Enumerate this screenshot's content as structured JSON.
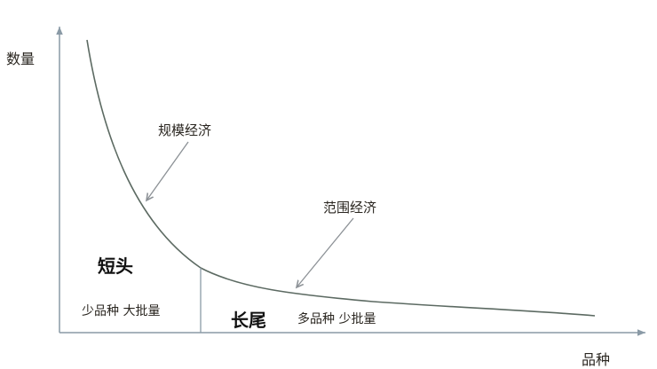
{
  "diagram": {
    "type": "long-tail curve",
    "y_axis_label": "数量",
    "x_axis_label": "品种",
    "annotations": {
      "economies_of_scale": "规模经济",
      "economies_of_scope": "范围经济"
    },
    "regions": {
      "head": {
        "title": "短头",
        "subtitle": "少品种 大批量"
      },
      "tail": {
        "title": "长尾",
        "subtitle": "多品种 少批量"
      }
    },
    "colors": {
      "axis": "#8a9aa6",
      "curve": "#5c6a62",
      "arrow": "#8c9196",
      "text": "#2a2620"
    }
  }
}
